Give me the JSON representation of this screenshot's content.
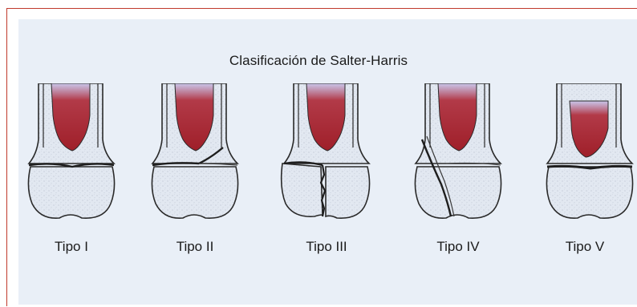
{
  "diagram": {
    "title": "Clasificación de Salter-Harris",
    "colors": {
      "background_panel": "#e9eff7",
      "bone_fill": "#e2e8f1",
      "bone_outline": "#2a2a2a",
      "marrow": "#a3242d",
      "frame_border": "#c0392b"
    },
    "types": [
      {
        "label": "Tipo I"
      },
      {
        "label": "Tipo II"
      },
      {
        "label": "Tipo III"
      },
      {
        "label": "Tipo IV"
      },
      {
        "label": "Tipo V"
      }
    ]
  }
}
